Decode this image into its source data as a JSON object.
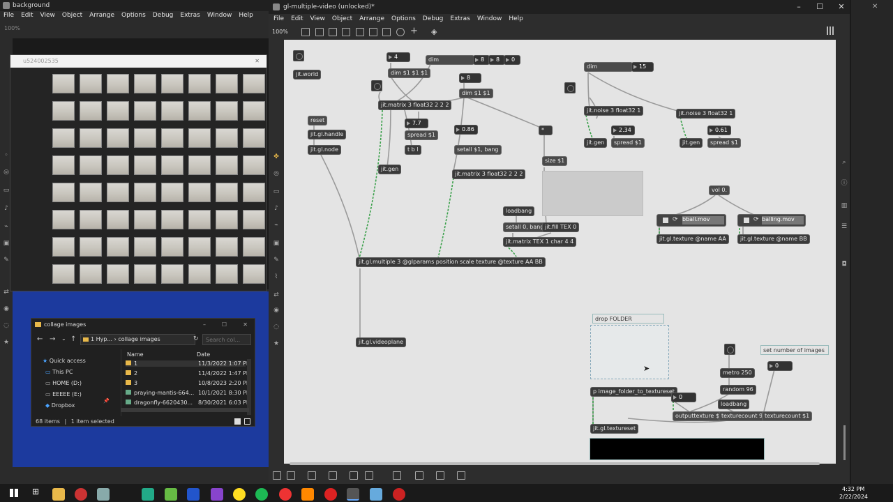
{
  "bg_window": {
    "title": "background",
    "menu": [
      "File",
      "Edit",
      "View",
      "Object",
      "Arrange",
      "Options",
      "Debug",
      "Extras",
      "Window",
      "Help"
    ],
    "zoom": "100%",
    "sub_title": "u524002535"
  },
  "main_window": {
    "title": "gl-multiple-video (unlocked)*",
    "menu": [
      "File",
      "Edit",
      "View",
      "Object",
      "Arrange",
      "Options",
      "Debug",
      "Extras",
      "Window",
      "Help"
    ],
    "zoom": "100%"
  },
  "patch": {
    "jit_world": "jit.world",
    "num_4": "4",
    "dim": "dim",
    "num_8a": "8",
    "num_8b": "8",
    "num_0a": "0",
    "dim_msg": "dim $1 $1 $1",
    "num_8c": "8",
    "dim_msg2": "dim $1 $1",
    "matrix1": "jit.matrix 3 float32 2 2 2",
    "num_77": "7.7",
    "spread1": "spread $1",
    "tbl": "t b l",
    "num_086": "0.86",
    "setall_bang": "setall $1, bang",
    "reset": "reset",
    "gl_handle": "jit.gl.handle",
    "gl_node": "jit.gl.node",
    "jit_gen1": "jit.gen",
    "matrix2": "jit.matrix 3 float32 2 2 2",
    "star": "*",
    "size": "size $1",
    "loadbang1": "loadbang",
    "setall0": "setall 0, bang",
    "fill_tex": "jit.fill TEX 0",
    "matrix_tex": "jit.matrix TEX 1 char 4 4",
    "gl_multiple": "jit.gl.multiple 3 @glparams position scale texture @texture AA BB",
    "videoplane": "jit.gl.videoplane",
    "dim2": "dim",
    "num_15": "15",
    "noise1": "jit.noise 3 float32 1",
    "noise2": "jit.noise 3 float32 1",
    "num_234": "2.34",
    "num_061": "0.61",
    "gen2": "jit.gen",
    "gen3": "jit.gen",
    "spread2": "spread $1",
    "spread3": "spread $1",
    "vol": "vol 0.",
    "movie1": "bball.mov",
    "movie2": "balling.mov",
    "tex_aa": "jit.gl.texture @name AA",
    "tex_bb": "jit.gl.texture @name BB",
    "drop_folder": "drop FOLDER",
    "set_number": "set number of images",
    "num_0b": "0",
    "metro": "metro 250",
    "random": "random 96",
    "loadbang2": "loadbang",
    "image_folder": "p image_folder_to_textureset",
    "num_0c": "0",
    "outputtexture": "outputtexture $1",
    "texturecount96": "texturecount 96",
    "texturecount": "texturecount $1",
    "textureset": "jit.gl.textureset"
  },
  "explorer": {
    "title": "collage images",
    "path_parent": "1 Hyp...",
    "path_current": "collage images",
    "search_placeholder": "Search col...",
    "quick_access": "Quick access",
    "nav": [
      "This PC",
      "HOME (D:)",
      "EEEEE (E:)",
      "Dropbox"
    ],
    "col_name": "Name",
    "col_date": "Date",
    "rows": [
      {
        "name": "1",
        "date": "11/3/2022 1:07 PM"
      },
      {
        "name": "2",
        "date": "11/4/2022 1:47 PM"
      },
      {
        "name": "3",
        "date": "10/8/2023 2:20 PM"
      },
      {
        "name": "praying-mantis-664...",
        "date": "10/1/2021 8:30 PM"
      },
      {
        "name": "dragonfly-6620430...",
        "date": "8/30/2021 6:03 PM"
      }
    ],
    "status_items": "68 items",
    "status_selected": "1 item selected"
  },
  "taskbar": {
    "time": "4:32 PM",
    "date": "2/22/2024"
  },
  "colors": {
    "desktop_blue": "#1c3a9e",
    "patch_bg": "#e4e4e4",
    "object_bg": "#3a3a3a",
    "cable_green": "#3aa04a"
  }
}
